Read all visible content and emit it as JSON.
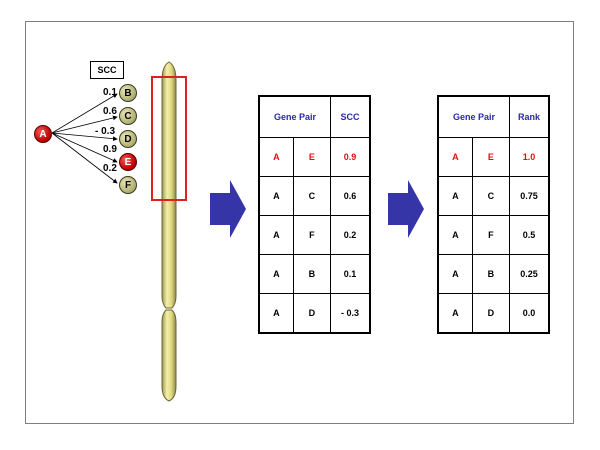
{
  "diagram": {
    "scc_label": "SCC",
    "center_node": "A",
    "nodes": [
      {
        "label": "B",
        "value": "0.1",
        "highlight": false
      },
      {
        "label": "C",
        "value": "0.6",
        "highlight": false
      },
      {
        "label": "D",
        "value": "- 0.3",
        "highlight": false
      },
      {
        "label": "E",
        "value": "0.9",
        "highlight": true
      },
      {
        "label": "F",
        "value": "0.2",
        "highlight": false
      }
    ]
  },
  "table_scc": {
    "headers": [
      "Gene Pair",
      "SCC"
    ],
    "rows": [
      {
        "g1": "A",
        "g2": "E",
        "val": "0.9",
        "highlight": true
      },
      {
        "g1": "A",
        "g2": "C",
        "val": "0.6",
        "highlight": false
      },
      {
        "g1": "A",
        "g2": "F",
        "val": "0.2",
        "highlight": false
      },
      {
        "g1": "A",
        "g2": "B",
        "val": "0.1",
        "highlight": false
      },
      {
        "g1": "A",
        "g2": "D",
        "val": "- 0.3",
        "highlight": false
      }
    ]
  },
  "table_rank": {
    "headers": [
      "Gene Pair",
      "Rank"
    ],
    "rows": [
      {
        "g1": "A",
        "g2": "E",
        "val": "1.0",
        "highlight": true
      },
      {
        "g1": "A",
        "g2": "C",
        "val": "0.75",
        "highlight": false
      },
      {
        "g1": "A",
        "g2": "F",
        "val": "0.5",
        "highlight": false
      },
      {
        "g1": "A",
        "g2": "B",
        "val": "0.25",
        "highlight": false
      },
      {
        "g1": "A",
        "g2": "D",
        "val": "0.0",
        "highlight": false
      }
    ]
  },
  "colors": {
    "highlight_red": "#e01010",
    "header_blue": "#2a2aa0",
    "arrow_blue": "#3535a8",
    "chromosome": "#e6e08a",
    "selection_box": "#e02020"
  }
}
